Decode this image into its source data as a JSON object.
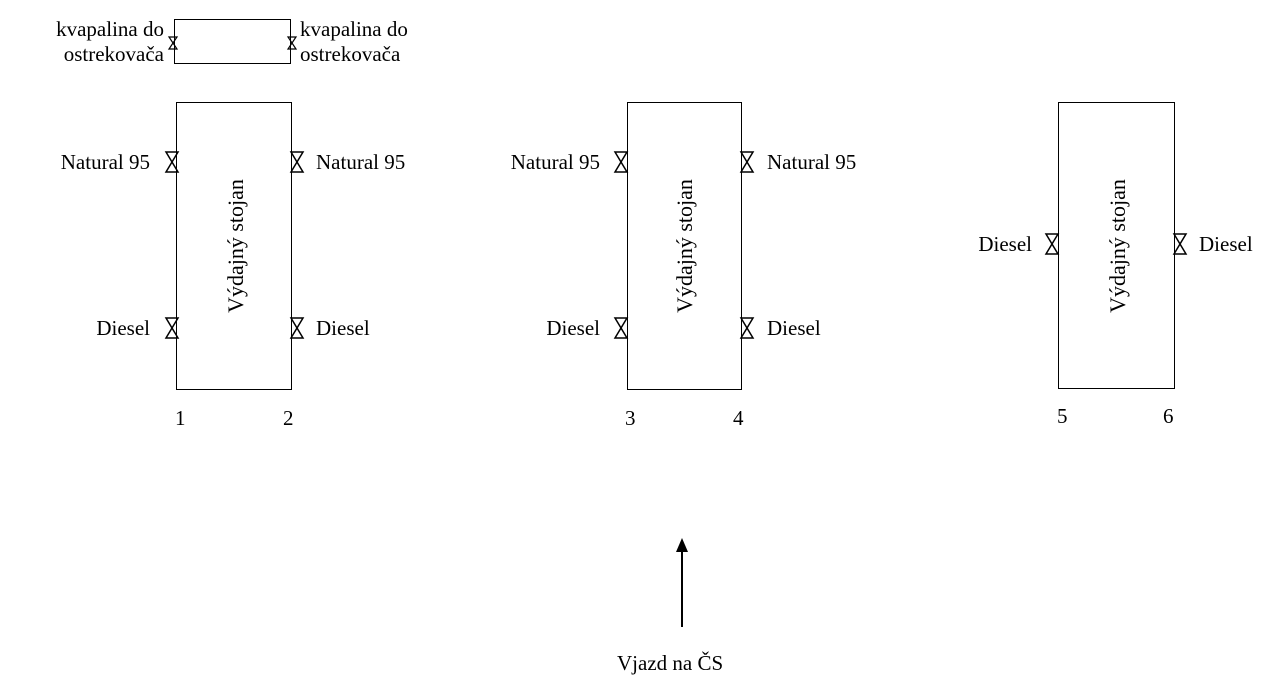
{
  "washer": {
    "left_label": "kvapalina do ostrekovača",
    "left_line1": "kvapalina do",
    "left_line2": "ostrekovača",
    "right_line1": "kvapalina do",
    "right_line2": "ostrekovača"
  },
  "stands": [
    {
      "label": "Výdajný stojan",
      "left_top": "Natural 95",
      "right_top": "Natural 95",
      "left_bottom": "Diesel",
      "right_bottom": "Diesel",
      "pos_left": "1",
      "pos_right": "2"
    },
    {
      "label": "Výdajný stojan",
      "left_top": "Natural 95",
      "right_top": "Natural 95",
      "left_bottom": "Diesel",
      "right_bottom": "Diesel",
      "pos_left": "3",
      "pos_right": "4"
    },
    {
      "label": "Výdajný stojan",
      "left_mid": "Diesel",
      "right_mid": "Diesel",
      "pos_left": "5",
      "pos_right": "6"
    }
  ],
  "entry": {
    "label": "Vjazd na ČS"
  }
}
